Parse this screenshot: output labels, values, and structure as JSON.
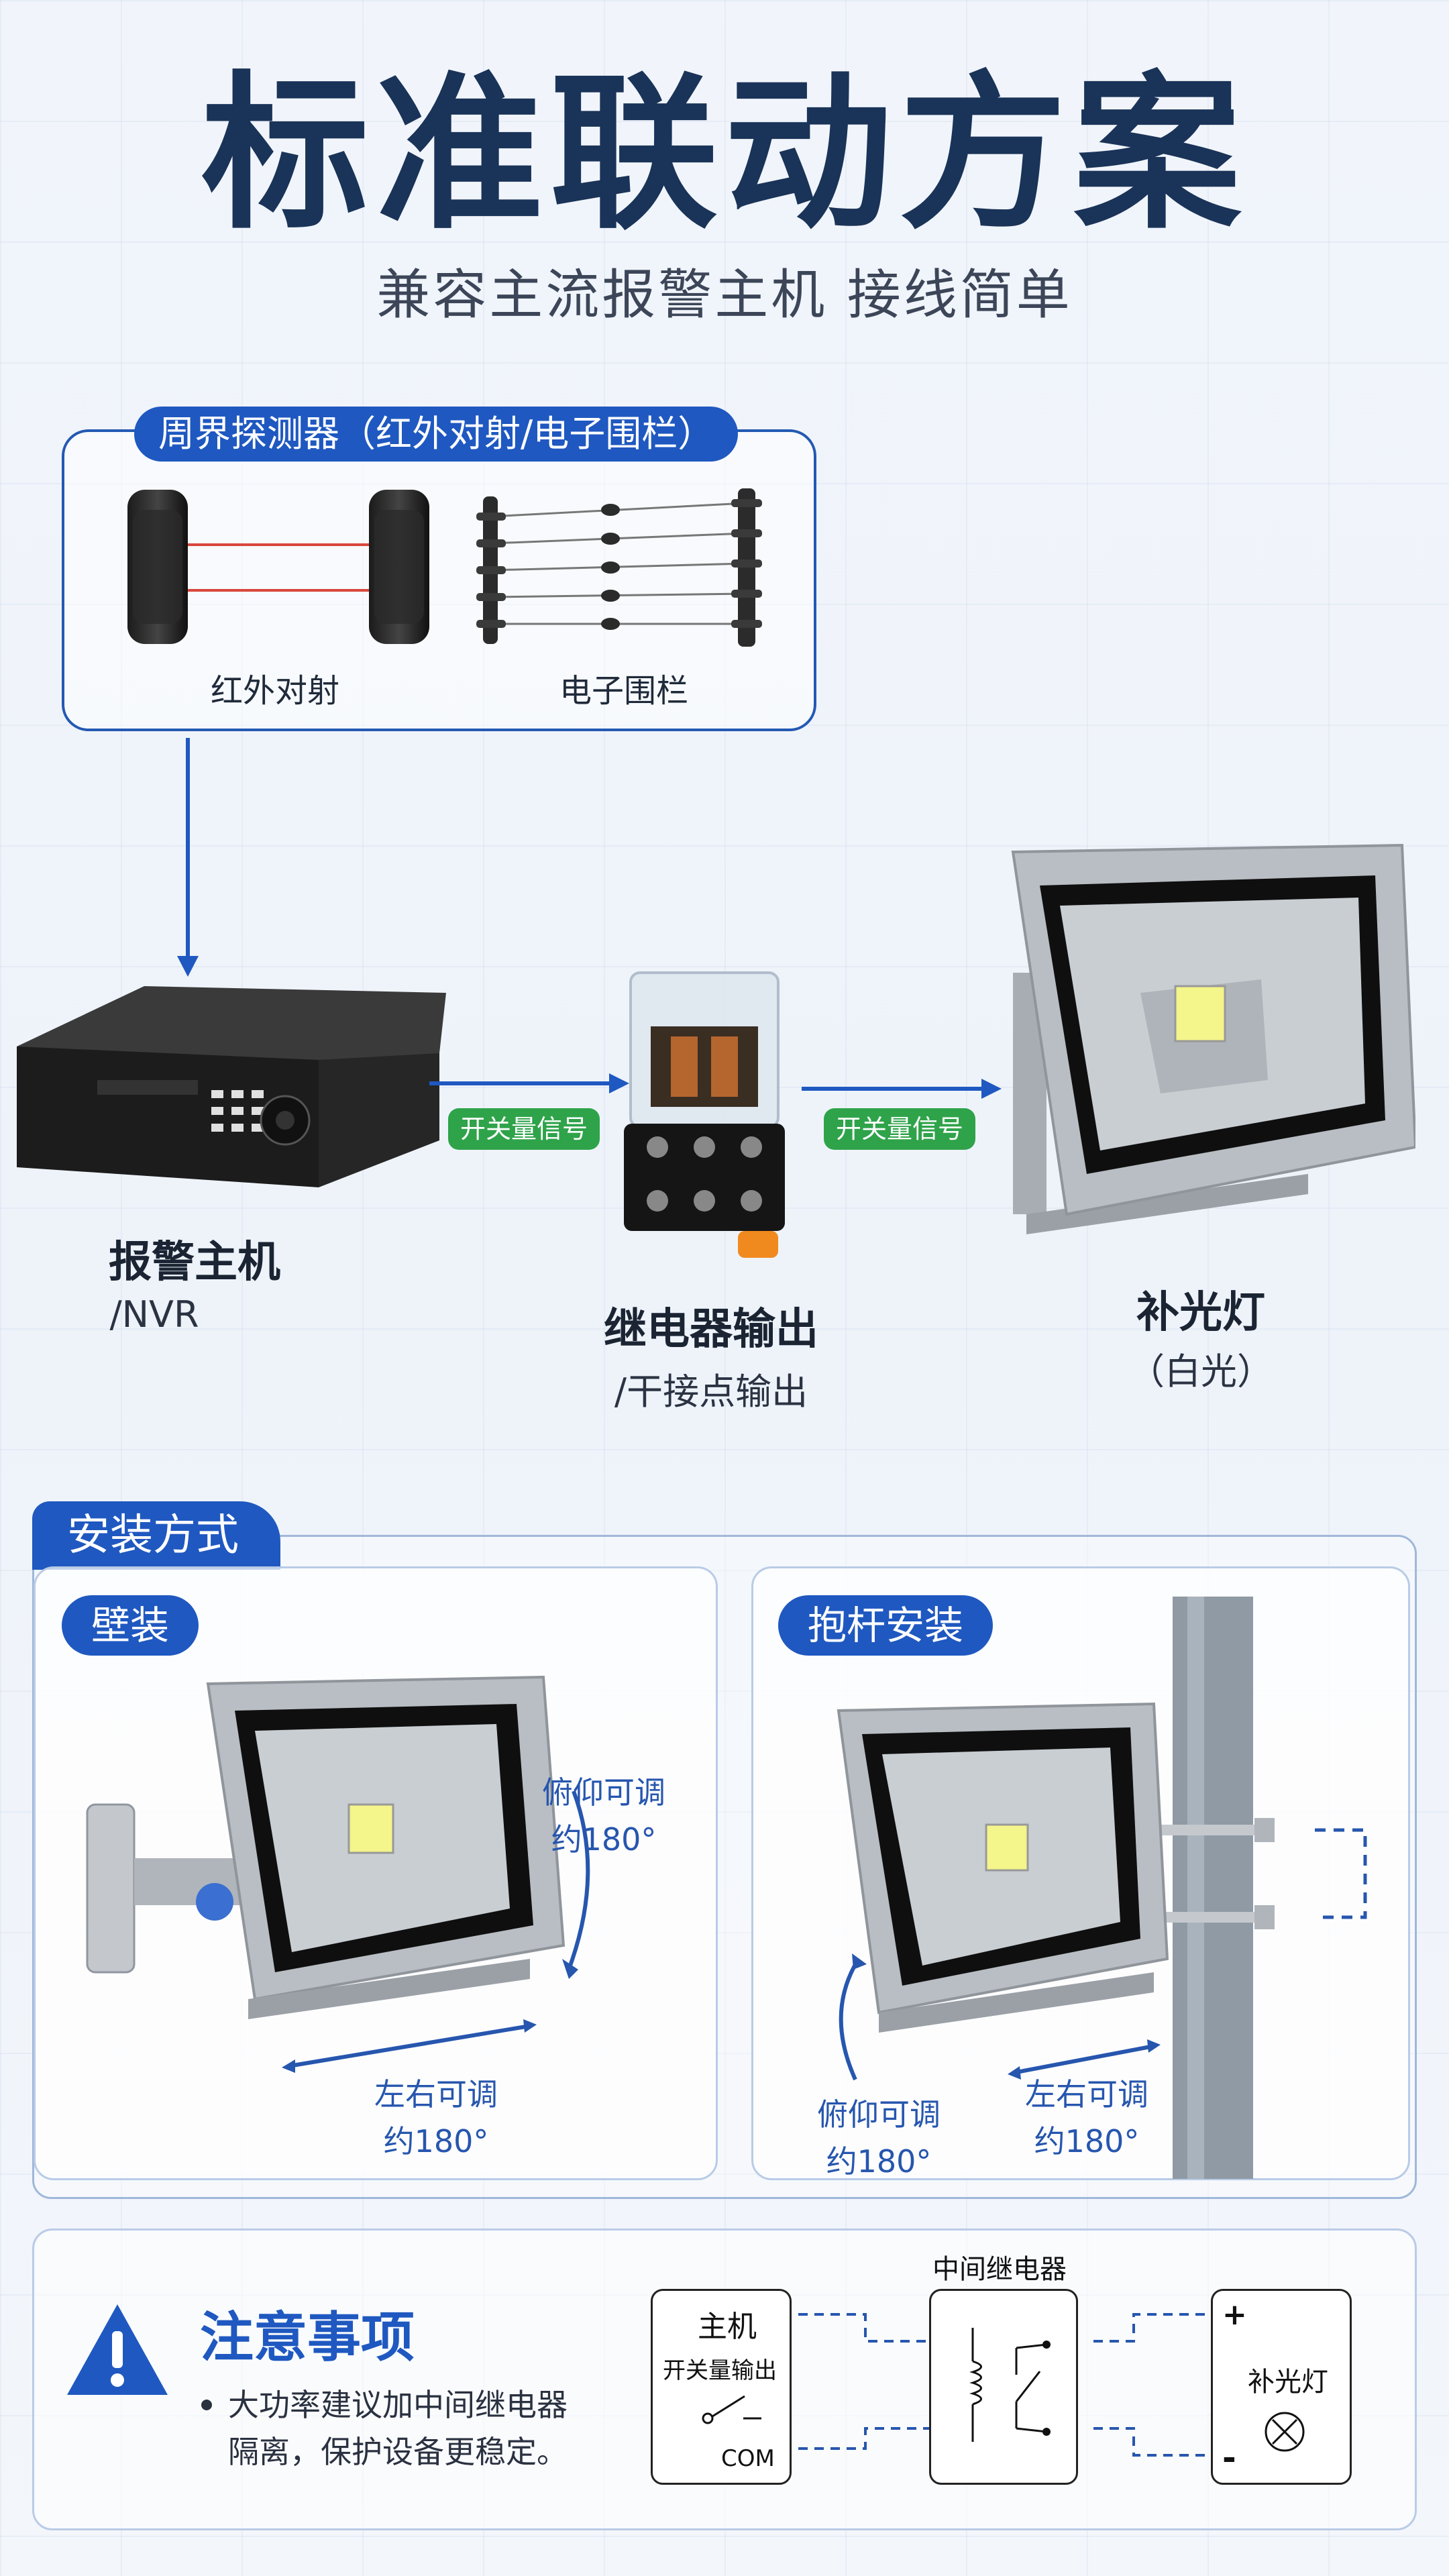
{
  "header": {
    "title": "标准联动方案",
    "subtitle": "兼容主流报警主机 接线简单"
  },
  "detector": {
    "title": "周界探测器（红外对射/电子围栏）",
    "infrared_label": "红外对射",
    "fence_label": "电子围栏"
  },
  "products": {
    "alarm_host": {
      "name": "报警主机",
      "sub": "/NVR"
    },
    "relay": {
      "name": "继电器输出",
      "sub": "/干接点输出"
    },
    "light": {
      "name": "补光灯",
      "sub": "（白光）"
    },
    "signal_1": "开关量信号",
    "signal_2": "开关量信号"
  },
  "install": {
    "section_title": "安装方式",
    "wall": {
      "label": "壁装",
      "tilt": "俯仰可调",
      "tilt_angle": "约180°",
      "pan": "左右可调",
      "pan_angle": "约180°"
    },
    "pole": {
      "label": "抱杆安装",
      "tilt": "俯仰可调",
      "tilt_angle": "约180°",
      "pan": "左右可调",
      "pan_angle": "约180°"
    }
  },
  "notes": {
    "title": "注意事项",
    "bullet_line1": "大功率建议加中间继电器",
    "bullet_line2": "隔离，保护设备更稳定。",
    "diagram": {
      "host_label": "主机",
      "host_output": "开关量输出",
      "com_label": "COM",
      "relay_label": "中间继电器",
      "light_label": "补光灯",
      "plus": "+",
      "minus": "-"
    }
  },
  "colors": {
    "accent": "#1f58c0",
    "title": "#1a3358",
    "signal": "#2fa34a",
    "fence_beam": "#d9473c"
  }
}
